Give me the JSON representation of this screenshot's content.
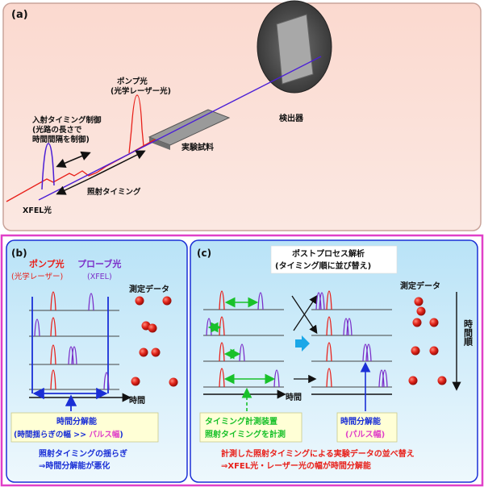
{
  "panel_a": {
    "label": "(a)",
    "pump": {
      "line1": "ポンプ光",
      "line2": "(光学レーザー光)"
    },
    "incident": {
      "line1": "入射タイミング制御",
      "line2": "(光路の長さで",
      "line3": "時間間隔を制御)"
    },
    "sample": "実験試料",
    "detector": "検出器",
    "irradiation": "照射タイミング",
    "xfel": "XFEL光"
  },
  "panel_b": {
    "label": "(b)",
    "pump": "ポンプ光",
    "probe": "プローブ光",
    "pump_sub": "(光学レーザー)",
    "probe_sub": "(XFEL)",
    "measured": "測定データ",
    "time": "時間",
    "res_line1": "時間分解能",
    "res_line2a": "(時間揺らぎの幅 >> ",
    "res_line2b": "パルス幅",
    "res_line2c": ")",
    "note_line1": "照射タイミングの揺らぎ",
    "note_line2": "⇒時間分解能が悪化"
  },
  "panel_c": {
    "label": "(c)",
    "post_line1": "ポストプロセス解析",
    "post_line2": "(タイミング順に並び替え)",
    "measured": "測定データ",
    "time_order": "時間順",
    "time": "時間",
    "dev_line1": "タイミング計測装置",
    "dev_line2": "照射タイミングを計測",
    "res_line1": "時間分解能",
    "res_line2": "(パルス幅)",
    "note_line1": "計測した照射タイミングによる実験データの並べ替え",
    "note_line2": "⇒XFEL光・レーザー光の幅が時間分解能"
  },
  "colors": {
    "pump": "#e8201a",
    "probe": "#7b2fc9",
    "blue": "#1a2fd6",
    "green": "#19c12a",
    "magenta": "#e040c8",
    "red_text": "#e8201a"
  }
}
